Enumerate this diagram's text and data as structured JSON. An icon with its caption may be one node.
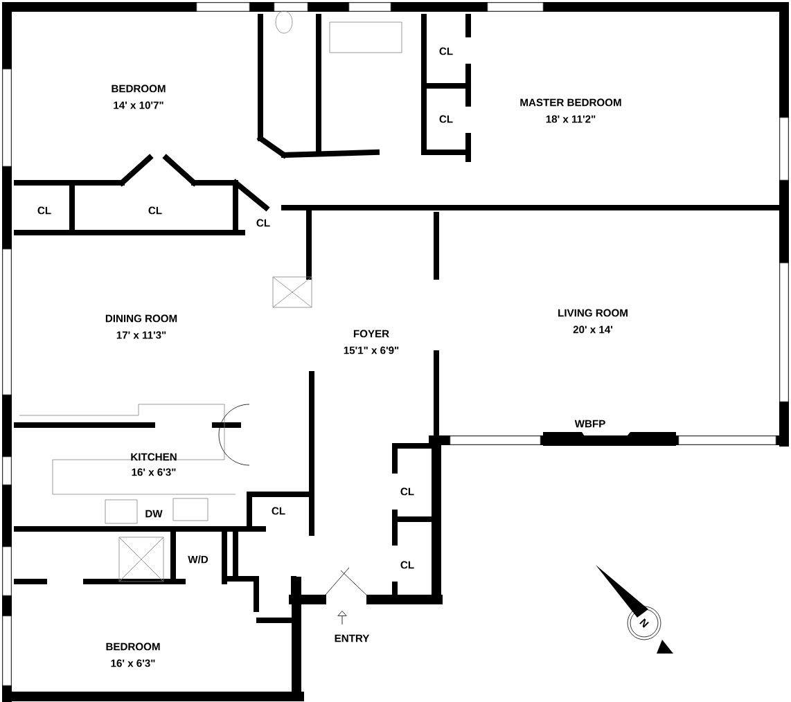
{
  "diagram": {
    "labels": [
      "BEDROOM",
      "14' x 10'7\"",
      "CL",
      "CL",
      "MASTER BEDROOM",
      "18' x 11'2\"",
      "CL",
      "CL",
      "CL",
      "DINING ROOM",
      "17' x 11'3\"",
      "LIVING ROOM",
      "20' x 14'",
      "FOYER",
      "15'1\" x 6'9\"",
      "WBFP",
      "KITCHEN",
      "16' x 6'3\"",
      "CL",
      "DW",
      "CL",
      "W/D",
      "CL",
      "ENTRY",
      "N",
      "BEDROOM",
      "16' x 6'3\""
    ]
  }
}
